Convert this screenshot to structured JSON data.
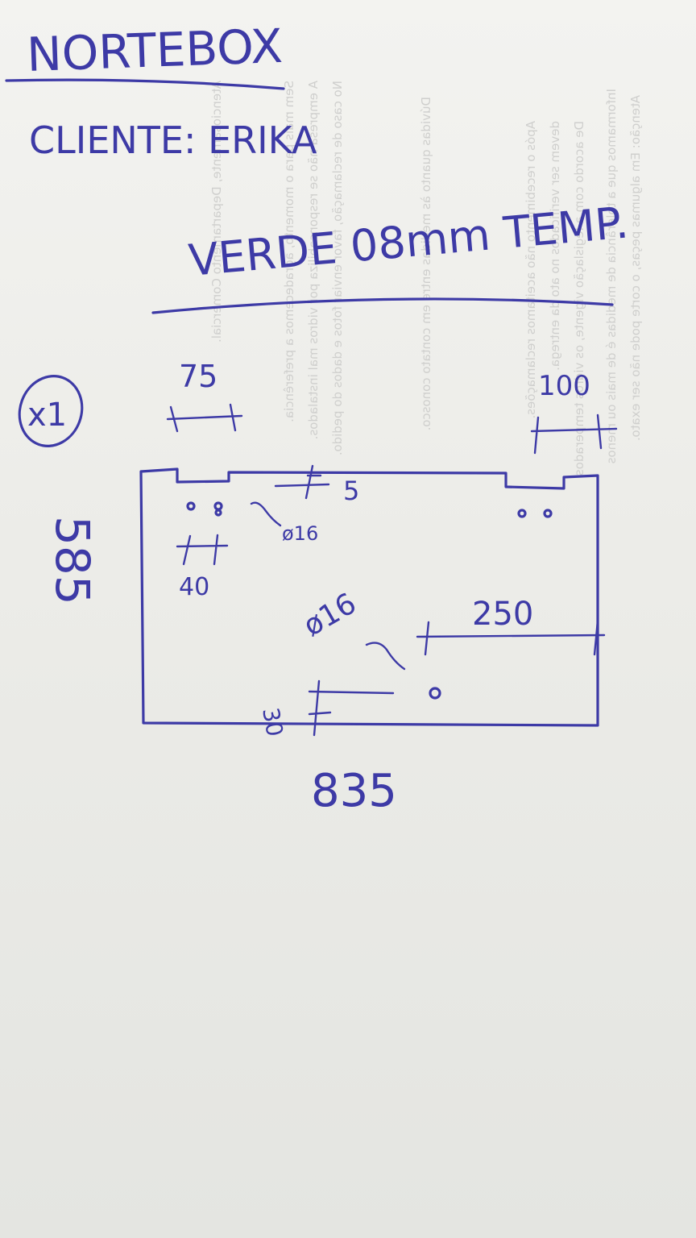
{
  "sheet": {
    "company": "NORTEBOX",
    "client": "CLIENTE: ERIKA",
    "glass_spec": "VERDE 08mm TEMP.",
    "quantity": "x1"
  },
  "dimensions": {
    "width": "835",
    "height": "585",
    "notch_left": "75",
    "notch_right": "100",
    "edge_offset": "5",
    "hole_diameter_small": "ø16",
    "hole_spacing": "40",
    "hole_diameter_center": "ø16",
    "hole_from_right": "250",
    "hole_from_bottom": "30"
  },
  "colors": {
    "ink": "#3d3aa6",
    "paper": "#f0f0ed"
  }
}
